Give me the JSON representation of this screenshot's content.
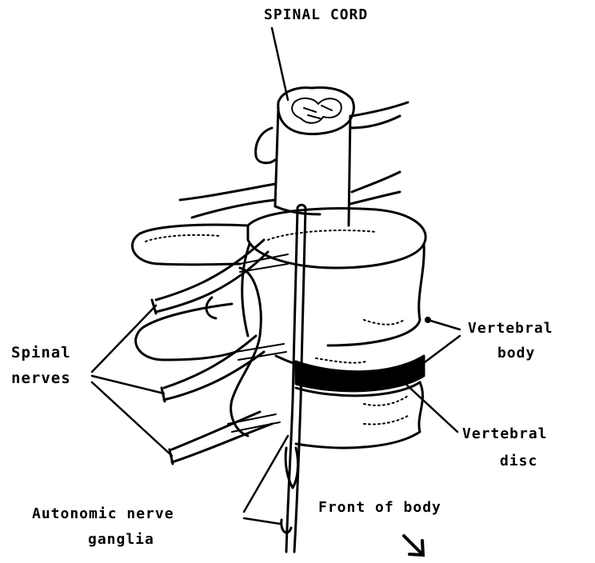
{
  "labels": {
    "spinal_cord": "SPINAL CORD",
    "vertebral_body_1": "Vertebral",
    "vertebral_body_2": "body",
    "spinal_nerves_1": "Spinal",
    "spinal_nerves_2": "nerves",
    "vertebral_disc_1": "Vertebral",
    "vertebral_disc_2": "disc",
    "autonomic_1": "Autonomic nerve",
    "autonomic_2": "ganglia",
    "front": "Front of body"
  },
  "colors": {
    "ink": "#000000",
    "paper": "#ffffff"
  },
  "icons": {
    "direction_arrow": "arrow-down-right-icon"
  }
}
